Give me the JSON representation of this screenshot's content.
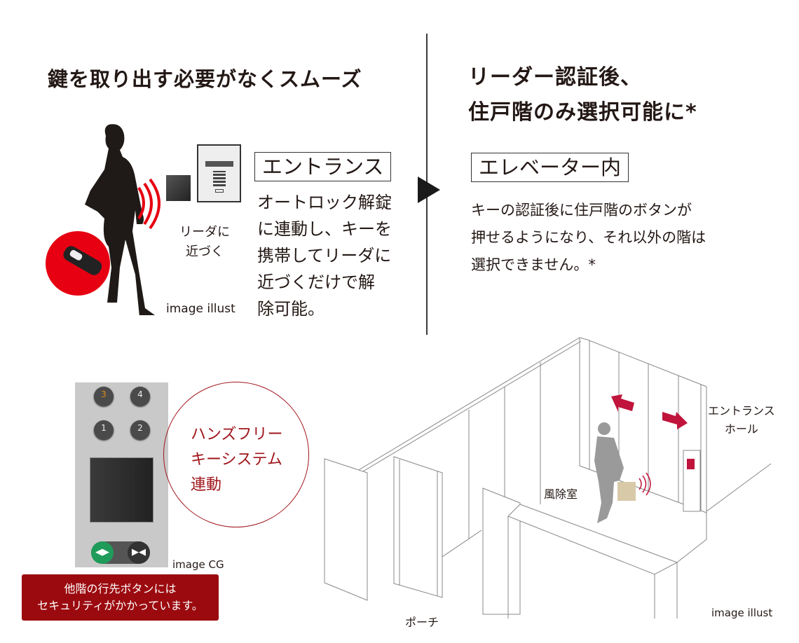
{
  "left": {
    "heading": "鍵を取り出す必要がなくスムーズ",
    "reader_caption": [
      "リーダに",
      "近づく"
    ],
    "image_caption": "image illust",
    "box_label": "エントランス",
    "description": [
      "オートロック解錠",
      "に連動し、キーを",
      "携帯してリーダに",
      "近づくだけで解",
      "除可能。"
    ]
  },
  "right": {
    "heading": [
      "リーダー認証後、",
      "住戸階のみ選択可能に*"
    ],
    "box_label": "エレベーター内",
    "description": [
      "キーの認証後に住戸階のボタンが",
      "押せるようになり、それ以外の階は",
      "選択できません。*"
    ]
  },
  "elevator_panel": {
    "floor_buttons": [
      "3",
      "4",
      "1",
      "2"
    ],
    "active_floor": "3",
    "image_caption": "image CG",
    "circle_text": [
      "ハンズフリー",
      "キーシステム",
      "連動"
    ],
    "notice": [
      "他階の行先ボタンには",
      "セキュリティがかかっています。"
    ]
  },
  "illustration": {
    "labels": {
      "entrance_hall": [
        "エントランス",
        "ホール"
      ],
      "windbreak_room": "風除室",
      "porch": "ポーチ"
    },
    "image_caption": "image illust"
  },
  "colors": {
    "accent_red": "#a0161c",
    "notice_bg": "#9b0a0f",
    "key_red": "#e60012",
    "active_floor": "#e08a1e",
    "open_button": "#1f9b5a"
  }
}
